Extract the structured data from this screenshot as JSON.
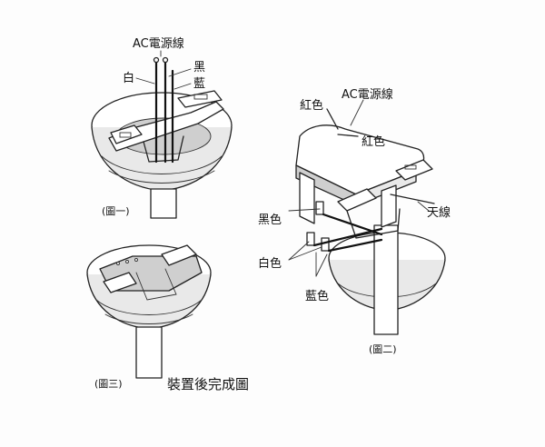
{
  "figure1": {
    "label": "(圖一)",
    "ac_wire": "AC電源線",
    "white": "白",
    "black": "黑",
    "blue": "藍"
  },
  "figure2": {
    "label": "(圖二)",
    "ac_wire": "AC電源線",
    "red_left": "紅色",
    "red_right": "紅色",
    "black": "黑色",
    "white": "白色",
    "blue": "藍色",
    "antenna": "天線"
  },
  "figure3": {
    "label": "(圖三)",
    "caption": "裝置後完成圖"
  }
}
